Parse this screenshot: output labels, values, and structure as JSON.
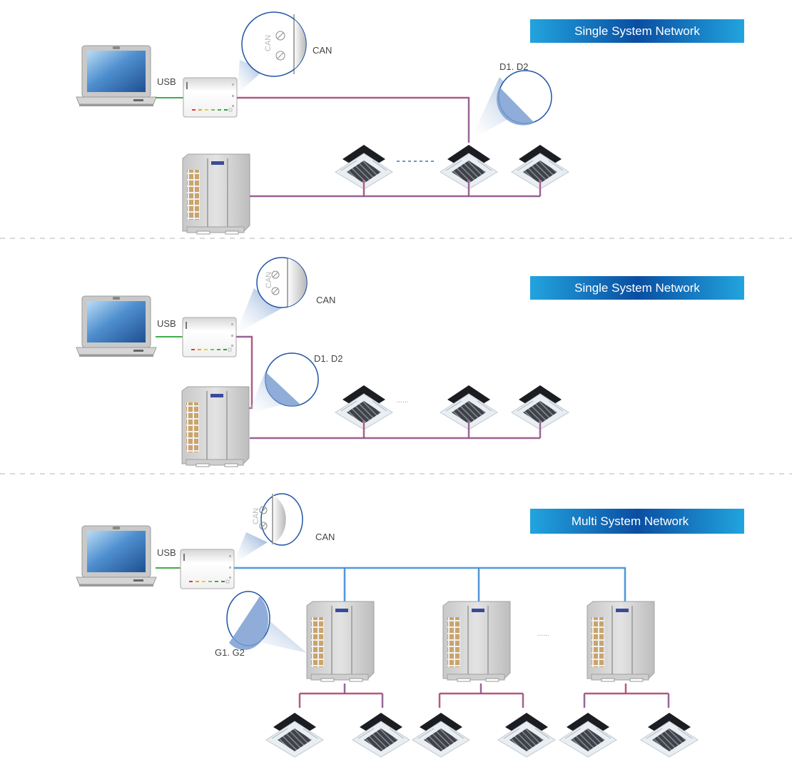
{
  "colors": {
    "banner_light": "#22a4de",
    "banner_dark": "#0a4ea2",
    "can_line_core": "#5b3d8a",
    "can_line_edge": "#f2a6ae",
    "usb_line": "#3fae49",
    "multi_line": "#2d7fcf",
    "callout_ring": "#1f55a6",
    "divider": "#b5b5b5"
  },
  "sections": [
    {
      "title": "Single System Network",
      "usb_label": "USB",
      "can_label": "CAN",
      "terminal_label": "CAN",
      "callout_label": "D1. D2",
      "indoor_units": 3,
      "outdoor_units": 1,
      "ellipsis": "---------"
    },
    {
      "title": "Single System Network",
      "usb_label": "USB",
      "can_label": "CAN",
      "terminal_label": "CAN",
      "callout_label": "D1. D2",
      "indoor_units": 3,
      "outdoor_units": 1,
      "ellipsis": "......"
    },
    {
      "title": "Multi System Network",
      "usb_label": "USB",
      "can_label": "CAN",
      "terminal_label": "CAN",
      "callout_label": "G1. G2",
      "indoor_units": 6,
      "outdoor_units": 3,
      "ellipsis": "......"
    }
  ]
}
